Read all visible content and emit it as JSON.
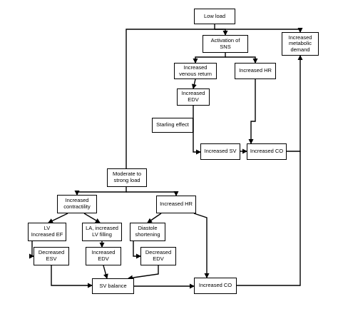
{
  "nodes": {
    "low_load": "Low load",
    "activation_sns": "Activation of\nSNS",
    "increased_metabolic_demand": "Increased\nmetabolic\ndemand",
    "increased_venous_return": "Increased\nvenous return",
    "increased_hr_top": "Increased HR",
    "increased_edv_top": "Increased\nEDV",
    "starling_effect": "Starling effect",
    "increased_sv": "Increased SV",
    "increased_co_top": "Increased CO",
    "moderate_to_strong_load": "Moderate to\nstrong load",
    "increased_contractility": "Increased\ncontractility",
    "increased_hr_bottom": "Increased HR",
    "lv_increased_ef": "LV\nIncreased EF",
    "la_increased_lv_filling": "LA, increased\nLV filling",
    "diastole_shortening": "Diastole\nshortening",
    "decreased_esv": "Decreased\nESV",
    "increased_edv_bottom": "Increased\nEDV",
    "decreased_edv": "Decreased\nEDV",
    "sv_balance": "SV balance",
    "increased_co_bottom": "Increased CO"
  }
}
